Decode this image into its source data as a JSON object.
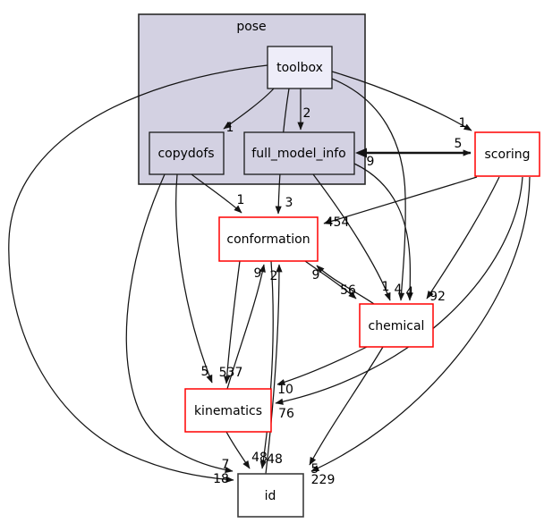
{
  "graph": {
    "type": "directory-dependency-graph",
    "cluster": {
      "label": "pose",
      "fill": "#d3d1e2",
      "border": "#2a2a2a"
    },
    "colors": {
      "background": "#ffffff",
      "edge": "#141414",
      "red_node_border": "#ff0000",
      "dir_node_fill": "#d3d1e2",
      "origin_node_fill": "#eeedf9",
      "plain_node_border": "#3c3c3c"
    },
    "nodes": [
      {
        "id": "toolbox",
        "label": "toolbox"
      },
      {
        "id": "copydofs",
        "label": "copydofs"
      },
      {
        "id": "full_model_info",
        "label": "full_model_info"
      },
      {
        "id": "scoring",
        "label": "scoring"
      },
      {
        "id": "conformation",
        "label": "conformation"
      },
      {
        "id": "chemical",
        "label": "chemical"
      },
      {
        "id": "kinematics",
        "label": "kinematics"
      },
      {
        "id": "id",
        "label": "id"
      }
    ],
    "edges": [
      {
        "from": "toolbox",
        "to": "copydofs",
        "label": "1"
      },
      {
        "from": "toolbox",
        "to": "full_model_info",
        "label": "2"
      },
      {
        "from": "toolbox",
        "to": "scoring",
        "label": "1"
      },
      {
        "from": "full_model_info",
        "to": "scoring",
        "label": "5"
      },
      {
        "from": "scoring",
        "to": "full_model_info",
        "label": "9"
      },
      {
        "from": "copydofs",
        "to": "conformation",
        "label": "1"
      },
      {
        "from": "toolbox",
        "to": "conformation",
        "label": "3"
      },
      {
        "from": "scoring",
        "to": "conformation",
        "label": "454"
      },
      {
        "from": "kinematics",
        "to": "conformation",
        "label": "9"
      },
      {
        "from": "id",
        "to": "conformation",
        "label": "2"
      },
      {
        "from": "chemical",
        "to": "conformation",
        "label": "9"
      },
      {
        "from": "conformation",
        "to": "chemical",
        "label": "56"
      },
      {
        "from": "full_model_info",
        "to": "chemical",
        "label": "1"
      },
      {
        "from": "toolbox",
        "to": "chemical",
        "label": "4"
      },
      {
        "from": "copydofs",
        "to": "chemical",
        "label": "4"
      },
      {
        "from": "scoring",
        "to": "chemical",
        "label": "92"
      },
      {
        "from": "copydofs",
        "to": "kinematics",
        "label": "5"
      },
      {
        "from": "conformation",
        "to": "kinematics",
        "label": "537"
      },
      {
        "from": "chemical",
        "to": "kinematics",
        "label": "10"
      },
      {
        "from": "scoring",
        "to": "kinematics",
        "label": "76"
      },
      {
        "from": "kinematics",
        "to": "id",
        "label": "48"
      },
      {
        "from": "conformation",
        "to": "id",
        "label": "48"
      },
      {
        "from": "chemical",
        "to": "id",
        "label": "5"
      },
      {
        "from": "scoring",
        "to": "id",
        "label": "229"
      },
      {
        "from": "copydofs",
        "to": "id",
        "label": "7"
      },
      {
        "from": "toolbox",
        "to": "id",
        "label": "18"
      }
    ]
  }
}
